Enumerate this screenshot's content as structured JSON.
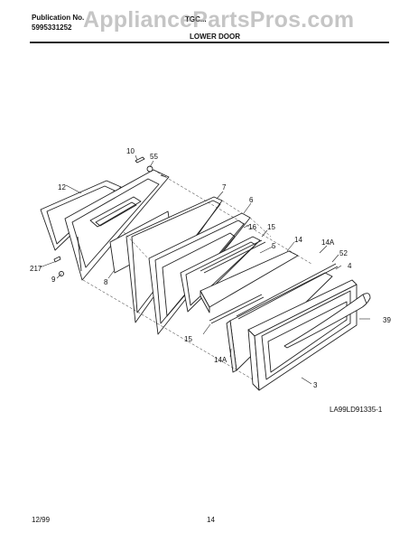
{
  "header": {
    "publication_label": "Publication No.",
    "publication_number": "5995331252",
    "model": "TGC...",
    "section_title": "LOWER DOOR",
    "watermark": "AppliancePartsPros.com"
  },
  "diagram": {
    "callouts": [
      "10",
      "55",
      "12",
      "7",
      "6",
      "16",
      "15",
      "5",
      "14",
      "14A",
      "52",
      "4",
      "217",
      "9",
      "8",
      "39",
      "15",
      "14A",
      "3"
    ],
    "drawing_id": "LA99LD91335-1"
  },
  "footer": {
    "date": "12/99",
    "page": "14"
  },
  "colors": {
    "line": "#222222",
    "watermark": "#969696"
  }
}
